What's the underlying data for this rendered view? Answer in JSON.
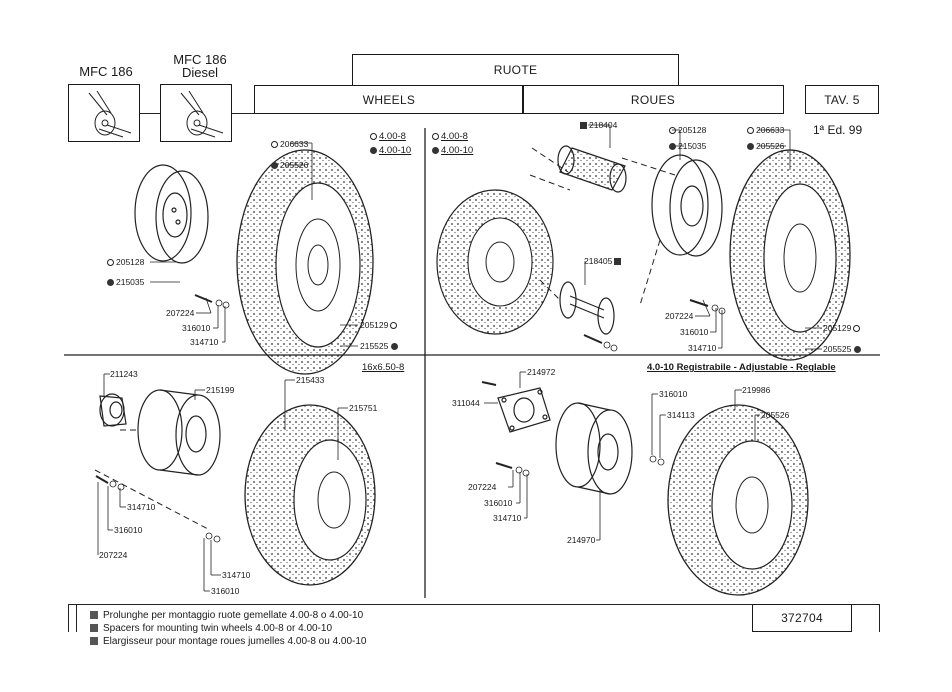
{
  "header": {
    "model_1": "MFC 186",
    "model_2_line1": "MFC 186",
    "model_2_line2": "Diesel",
    "title_it": "RUOTE",
    "title_en": "WHEELS",
    "title_fr": "ROUES",
    "table_label": "TAV. 5",
    "edition": "1ª Ed. 99"
  },
  "quadrants": {
    "top_left": {
      "sizes": [
        "4.00-8",
        "4.00-10"
      ],
      "parts": {
        "p206633": "206633",
        "p205526": "205526",
        "p205128": "205128",
        "p215035": "215035",
        "p207224": "207224",
        "p316010": "316010",
        "p314710": "314710",
        "p205129": "205129",
        "p215525": "215525"
      }
    },
    "top_right": {
      "sizes": [
        "4.00-8",
        "4.00-10"
      ],
      "parts": {
        "p218404": "218404",
        "p205128": "205128",
        "p215035": "215035",
        "p206633": "206633",
        "p205526": "205526",
        "p218405": "218405",
        "p207224": "207224",
        "p316010": "316010",
        "p314710": "314710",
        "p205129": "205129",
        "p205525": "205525"
      }
    },
    "bottom_left": {
      "size": "16x6.50-8",
      "parts": {
        "p211243": "211243",
        "p215199": "215199",
        "p215433": "215433",
        "p215751": "215751",
        "p314710a": "314710",
        "p316010a": "316010",
        "p207224": "207224",
        "p314710b": "314710",
        "p316010b": "316010"
      }
    },
    "bottom_right": {
      "title": "4.0-10 Registrabile - Adjustable - Reglable",
      "parts": {
        "p214972": "214972",
        "p311044": "311044",
        "p316010a": "316010",
        "p314113": "314113",
        "p219986": "219986",
        "p205526": "205526",
        "p207224": "207224",
        "p316010b": "316010",
        "p314710": "314710",
        "p214970": "214970"
      }
    }
  },
  "legend": {
    "lines": [
      "Prolunghe per montaggio ruote gemellate 4.00-8 o 4.00-10",
      "Spacers for mounting twin wheels 4.00-8 or 4.00-10",
      "Elargisseur pour montage roues jumelles 4.00-8 ou 4.00-10"
    ],
    "code": "372704"
  },
  "colors": {
    "ink": "#1a1a1a",
    "paper": "#ffffff"
  }
}
